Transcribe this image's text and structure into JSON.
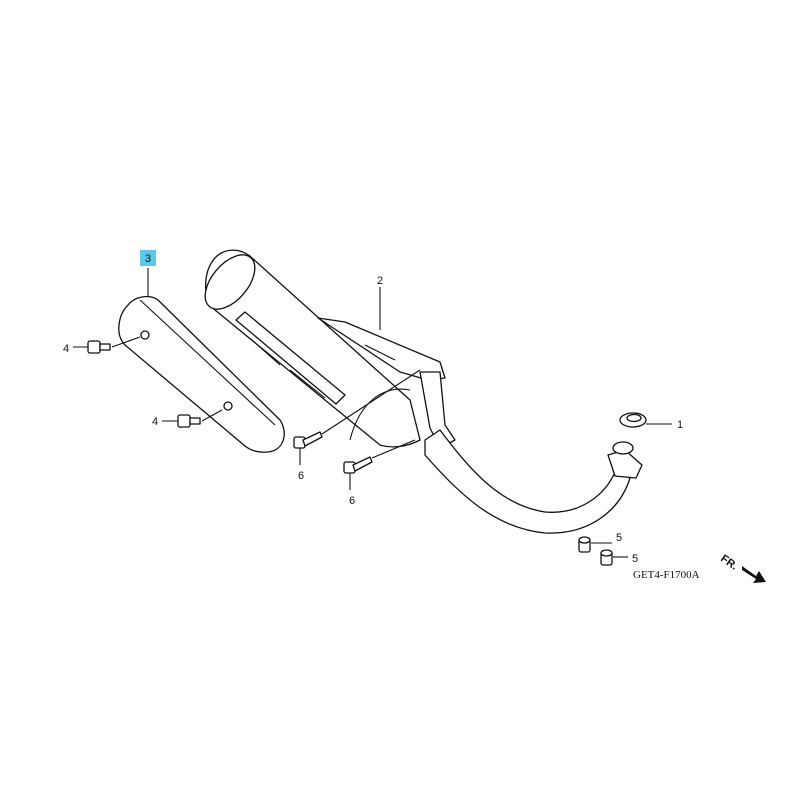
{
  "diagram": {
    "code": "GET4-F1700A",
    "direction_label": "FR.",
    "highlight_color": "#5bc8ec",
    "callouts": [
      {
        "id": "1",
        "label": "1"
      },
      {
        "id": "2",
        "label": "2"
      },
      {
        "id": "3",
        "label": "3",
        "highlighted": true
      },
      {
        "id": "4a",
        "label": "4"
      },
      {
        "id": "4b",
        "label": "4"
      },
      {
        "id": "5a",
        "label": "5"
      },
      {
        "id": "5b",
        "label": "5"
      },
      {
        "id": "6a",
        "label": "6"
      },
      {
        "id": "6b",
        "label": "6"
      }
    ]
  }
}
